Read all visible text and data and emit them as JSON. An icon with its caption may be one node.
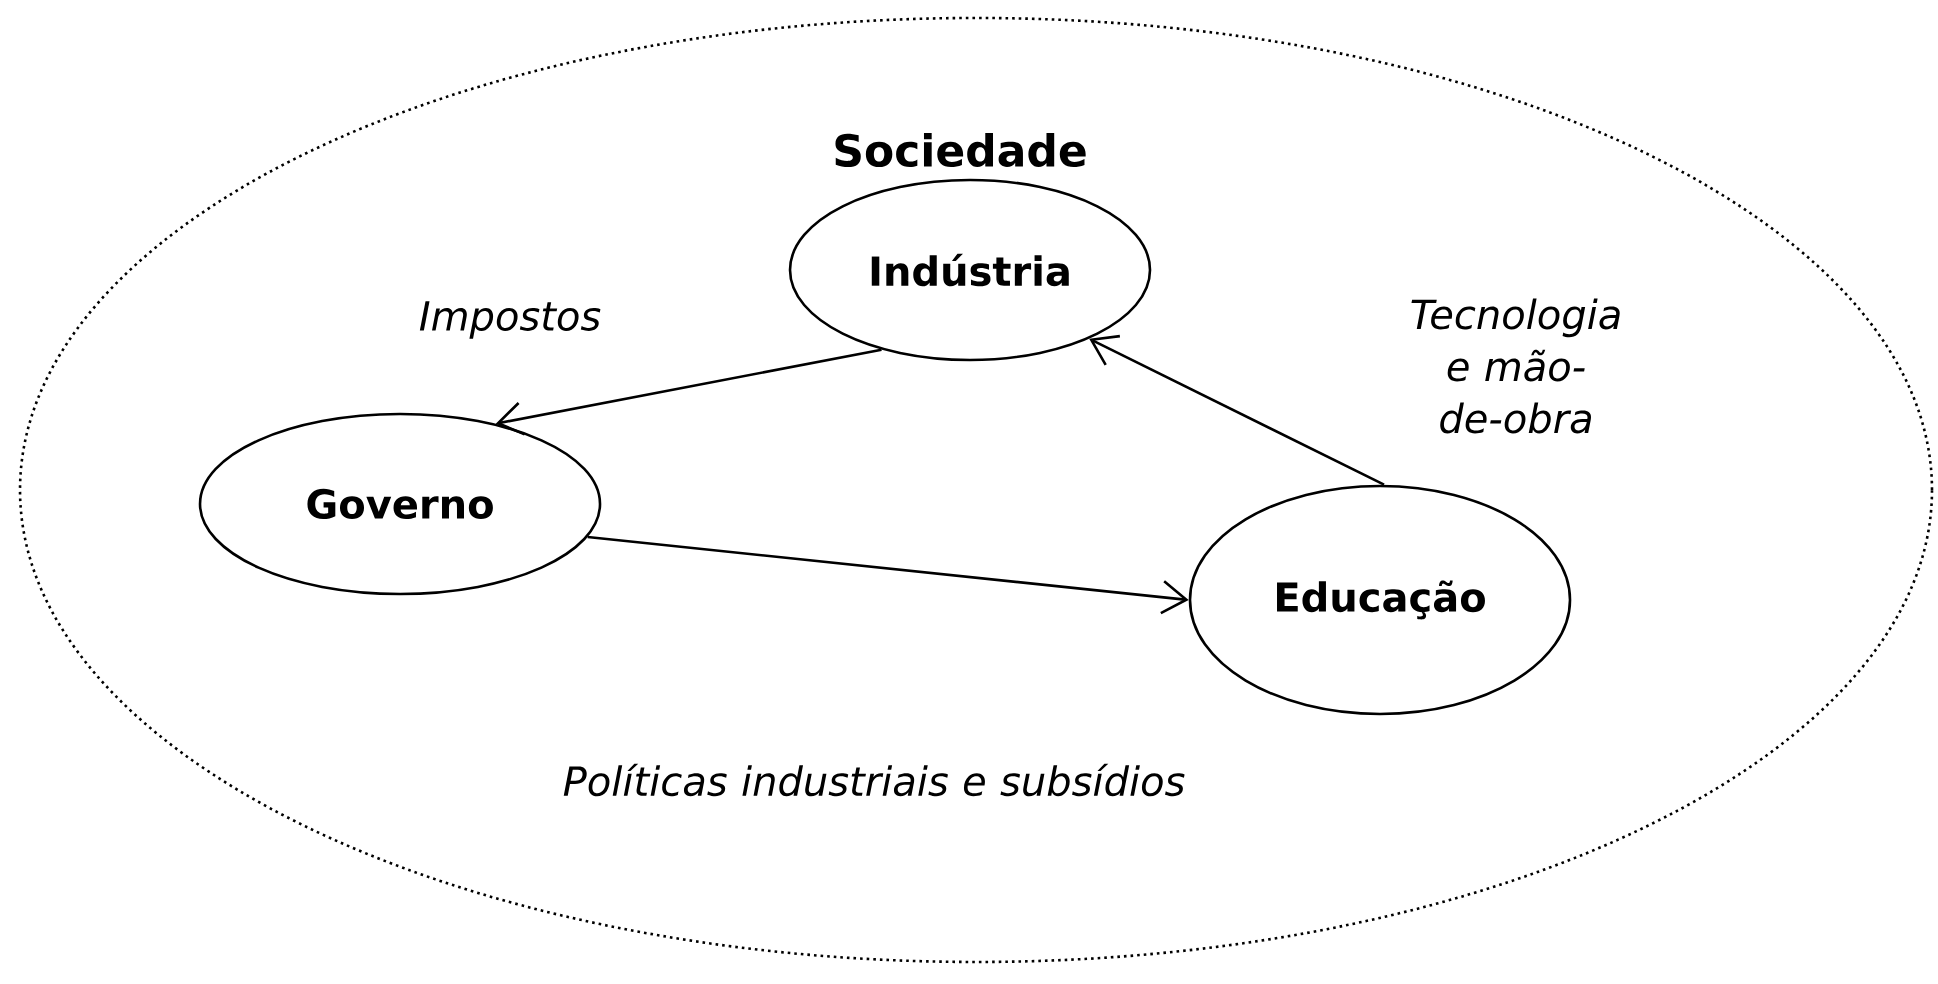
{
  "diagram": {
    "nodes": [
      {
        "text": [
          "Sociedade"
        ]
      },
      {
        "text": [
          "Indústria"
        ],
        "in": 0
      },
      {
        "text": [
          "Governo"
        ],
        "in": 0
      },
      {
        "text": [
          "Educação"
        ],
        "in": 0
      }
    ],
    "edges": [
      {
        "from": 1,
        "to": 2,
        "arrow": "to",
        "label": "Impostos"
      },
      {
        "from": 3,
        "to": 1,
        "arrow": "to",
        "label": "Tecnologia e mão-de-obra"
      },
      {
        "from": 2,
        "to": 3,
        "arrow": "to",
        "label": "Políticas industriais e subsídios"
      }
    ]
  }
}
